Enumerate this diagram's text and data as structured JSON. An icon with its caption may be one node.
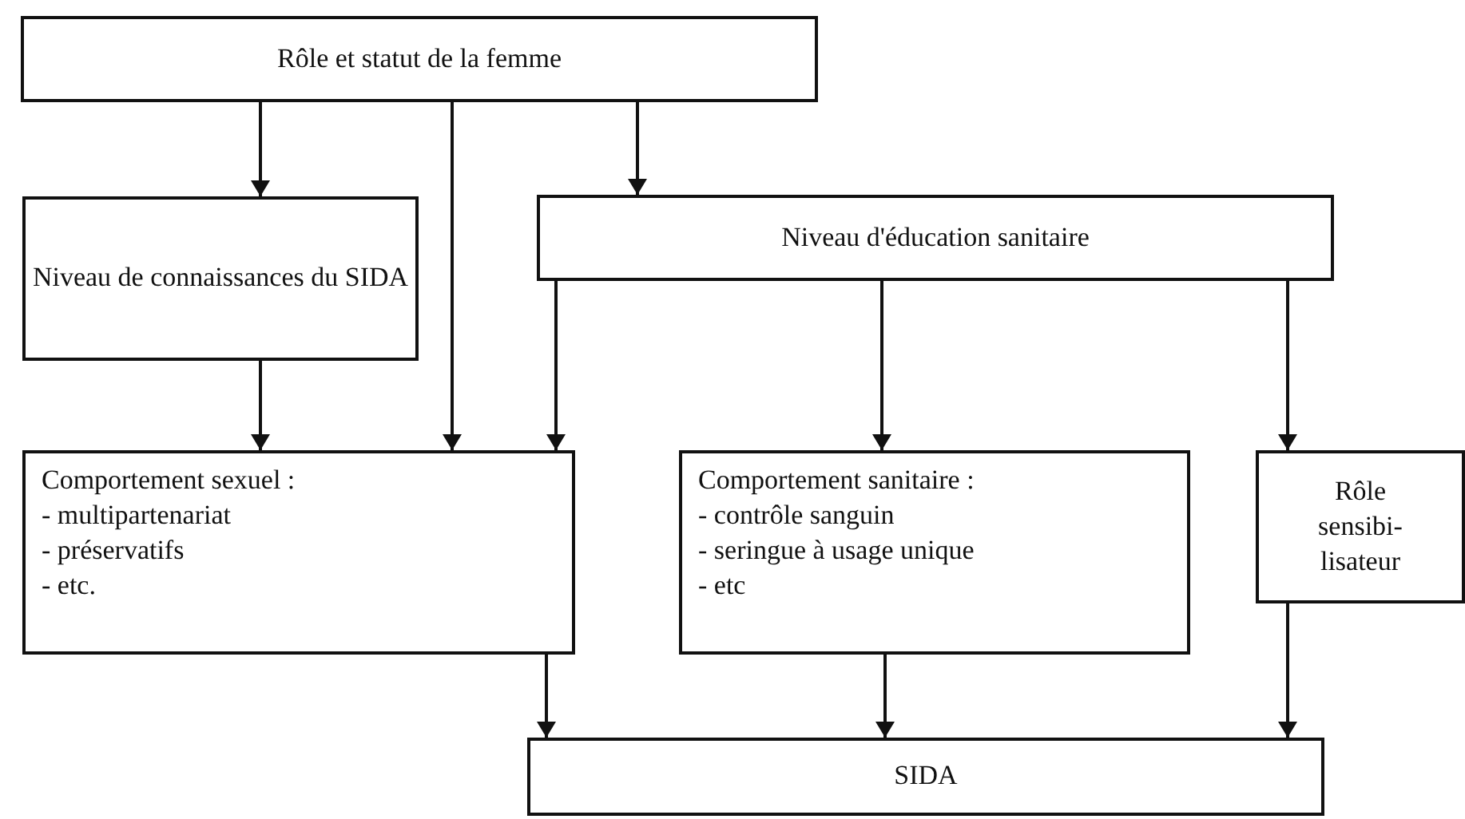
{
  "diagram": {
    "nodes": [
      {
        "text": [
          "Rôle et statut de la femme"
        ]
      },
      {
        "text": [
          "Niveau de connaissances du SIDA"
        ]
      },
      {
        "text": [
          "Niveau d'éducation sanitaire"
        ]
      },
      {
        "text": [
          "Comportement sexuel :",
          "- multipartenariat",
          "- préservatifs",
          "- etc."
        ]
      },
      {
        "text": [
          "Comportement sanitaire :",
          "- contrôle sanguin",
          "- seringue à usage unique",
          "- etc"
        ]
      },
      {
        "text": [
          "Rôle sensibi- lisateur"
        ]
      },
      {
        "text": [
          "SIDA"
        ]
      }
    ],
    "edges": [
      {
        "from": 0,
        "to": 1,
        "arrow": "to"
      },
      {
        "from": 0,
        "to": 3,
        "arrow": "to"
      },
      {
        "from": 0,
        "to": 2,
        "arrow": "to"
      },
      {
        "from": 1,
        "to": 3,
        "arrow": "to"
      },
      {
        "from": 2,
        "to": 3,
        "arrow": "to"
      },
      {
        "from": 2,
        "to": 4,
        "arrow": "to"
      },
      {
        "from": 2,
        "to": 5,
        "arrow": "to"
      },
      {
        "from": 3,
        "to": 6,
        "arrow": "to"
      },
      {
        "from": 4,
        "to": 6,
        "arrow": "to"
      },
      {
        "from": 5,
        "to": 6,
        "arrow": "to"
      }
    ]
  }
}
